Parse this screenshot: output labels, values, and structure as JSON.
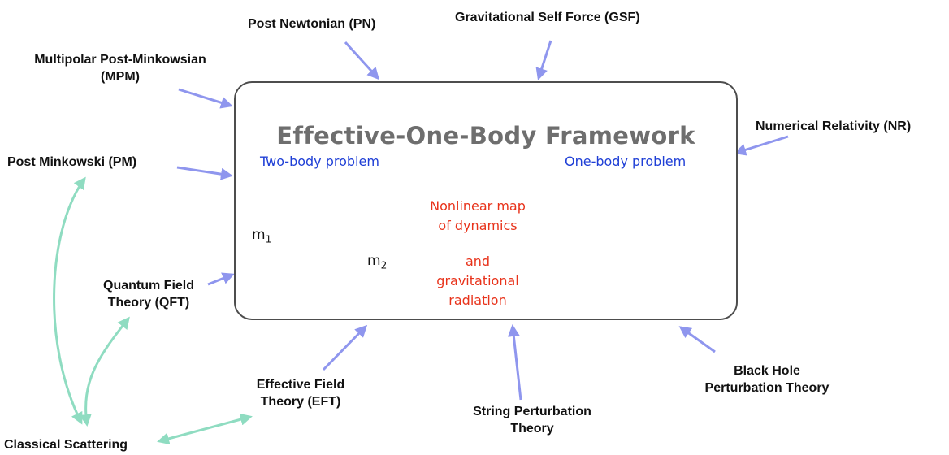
{
  "framework": {
    "title": "Effective-One-Body Framework",
    "two_body": "Two-body problem",
    "one_body": "One-body problem",
    "map_line1": "Nonlinear map",
    "map_line2": "of dynamics",
    "and_line1": "and",
    "and_line2": "gravitational",
    "and_line3": "radiation",
    "mass1": "m",
    "mass1_sub": "1",
    "mass2": "m",
    "mass2_sub": "2"
  },
  "approaches": {
    "pn": "Post Newtonian (PN)",
    "gsf": "Gravitational Self Force (GSF)",
    "mpm_line1": "Multipolar Post-Minkowsian",
    "mpm_line2": "(MPM)",
    "nr": "Numerical Relativity (NR)",
    "pm": "Post Minkowski (PM)",
    "qft_line1": "Quantum Field",
    "qft_line2": "Theory (QFT)",
    "eft_line1": "Effective Field",
    "eft_line2": "Theory (EFT)",
    "string_line1": "String Perturbation",
    "string_line2": "Theory",
    "bh_line1": "Black Hole",
    "bh_line2": "Perturbation Theory",
    "scattering": "Classical Scattering"
  },
  "colors": {
    "input_arrow": "#8f96ee",
    "link_arrow": "#8fdcc1",
    "frame_border": "#4d4d4d",
    "title": "#6e6e6e",
    "problem_text": "#1f3fd6",
    "map_text": "#e8331b",
    "mesh": "#2a3ccf"
  }
}
